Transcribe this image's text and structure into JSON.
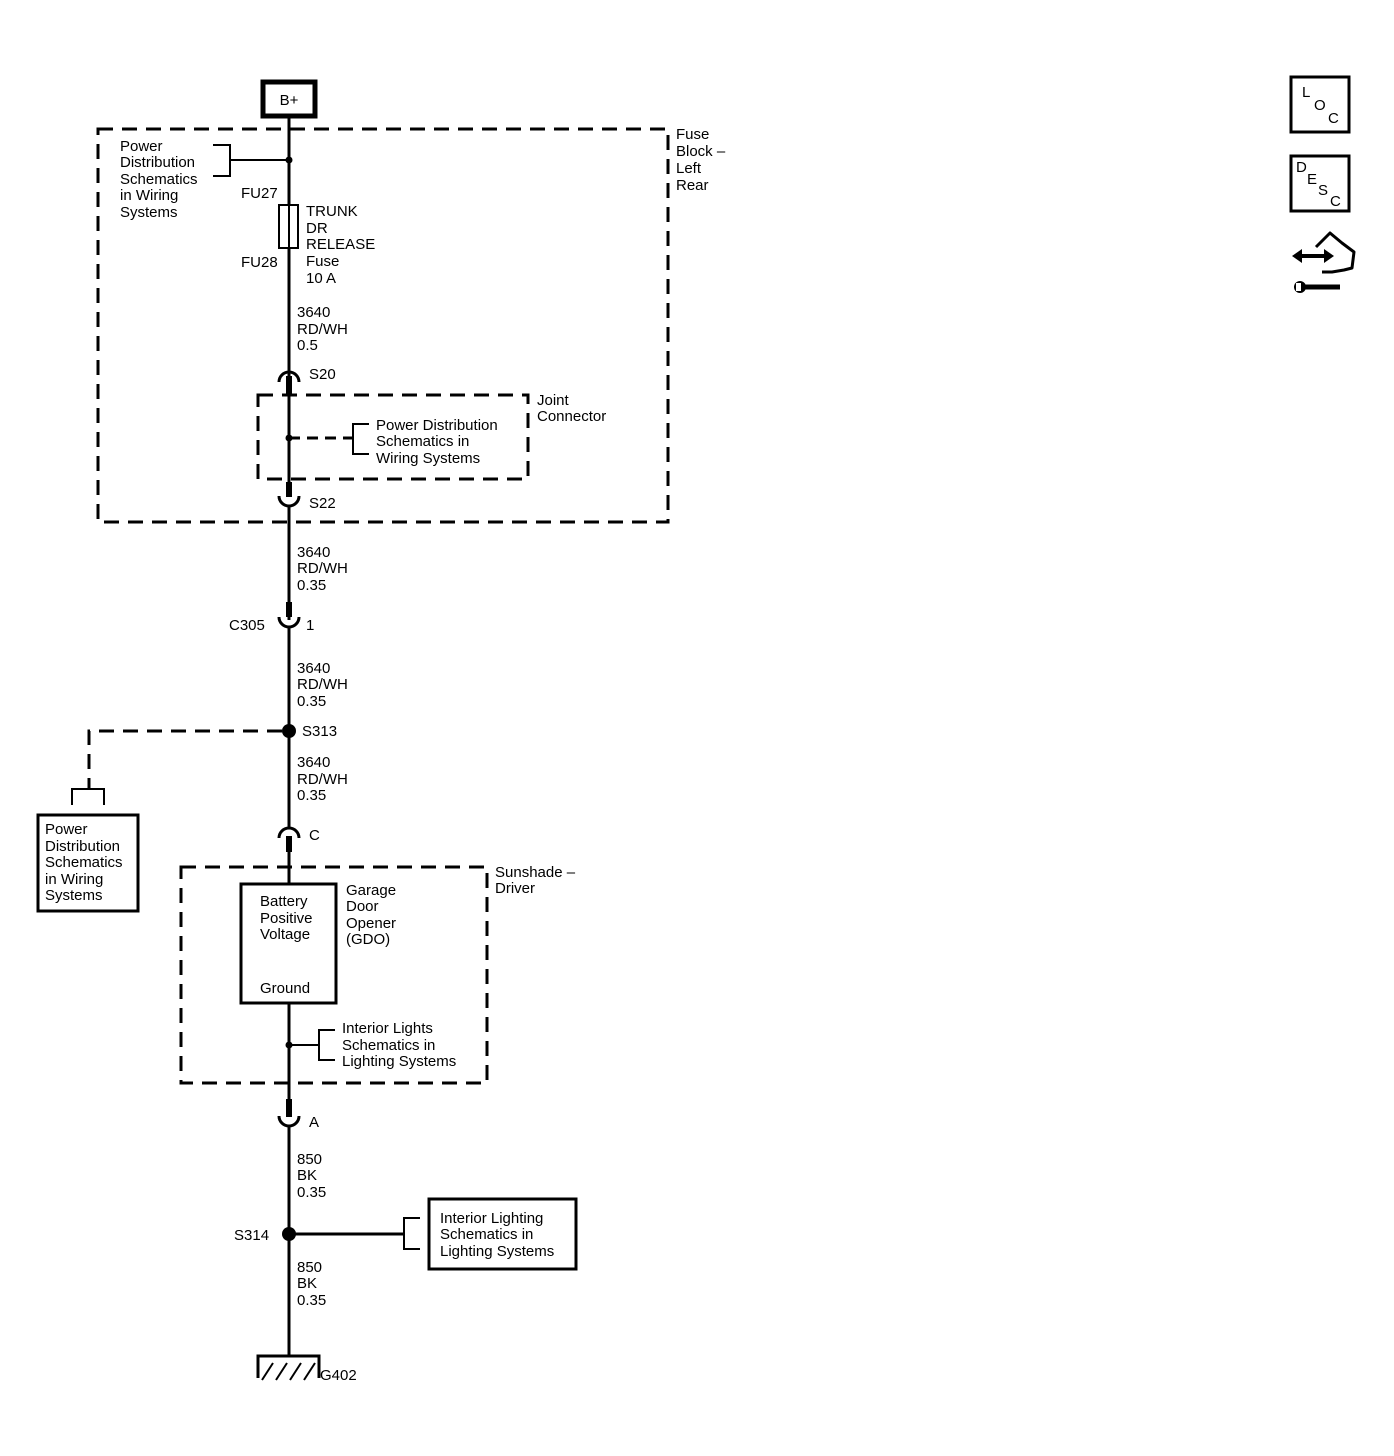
{
  "power_source": "B+",
  "fuse_block": {
    "label_lines": [
      "Fuse",
      "Block –",
      "Left",
      "Rear"
    ],
    "ref_lines": [
      "Power",
      "Distribution",
      "Schematics",
      "in Wiring",
      "Systems"
    ],
    "fuse_top_terminal": "FU27",
    "fuse_bottom_terminal": "FU28",
    "fuse_lines": [
      "TRUNK",
      "DR",
      "RELEASE",
      "Fuse",
      "10 A"
    ],
    "wire_lines": [
      "3640",
      "RD/WH",
      "0.5"
    ],
    "connector_top": "S20",
    "connector_bottom": "S22"
  },
  "joint_connector": {
    "label_lines": [
      "Joint",
      "Connector"
    ],
    "ref_lines": [
      "Power Distribution",
      "Schematics in",
      "Wiring Systems"
    ]
  },
  "wire_segment_2": [
    "3640",
    "RD/WH",
    "0.35"
  ],
  "connector_c305": {
    "name": "C305",
    "pin": "1"
  },
  "wire_segment_3": [
    "3640",
    "RD/WH",
    "0.35"
  ],
  "splice_s313": "S313",
  "left_ref_lines": [
    "Power",
    "Distribution",
    "Schematics",
    "in Wiring",
    "Systems"
  ],
  "wire_segment_4": [
    "3640",
    "RD/WH",
    "0.35"
  ],
  "connector_c": "C",
  "sunshade": {
    "label_lines": [
      "Sunshade –",
      "Driver"
    ],
    "gdo_lines": [
      "Garage",
      "Door",
      "Opener",
      "(GDO)"
    ],
    "module_lines": [
      "Battery",
      "Positive",
      "Voltage"
    ],
    "module_ground": "Ground",
    "ref_lines": [
      "Interior Lights",
      "Schematics in",
      "Lighting Systems"
    ]
  },
  "connector_a": "A",
  "wire_segment_5": [
    "850",
    "BK",
    "0.35"
  ],
  "splice_s314": "S314",
  "right_ref_lines": [
    "Interior Lighting",
    "Schematics in",
    "Lighting Systems"
  ],
  "wire_segment_6": [
    "850",
    "BK",
    "0.35"
  ],
  "ground": "G402",
  "nav": {
    "loc": [
      "L",
      "O",
      "C"
    ],
    "desc": [
      "D",
      "E",
      "S",
      "C"
    ]
  }
}
